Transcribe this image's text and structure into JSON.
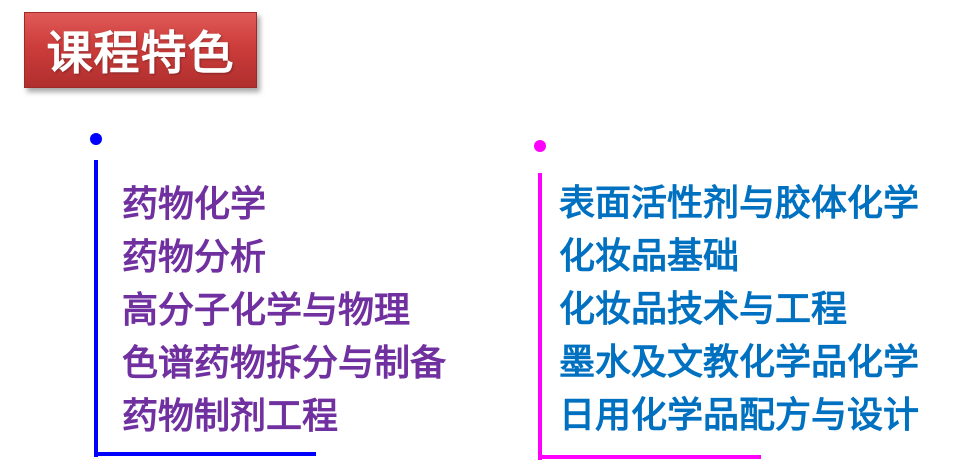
{
  "title": "课程特色",
  "colors": {
    "left_accent": "#0000ff",
    "right_accent": "#ff00ff",
    "left_text": "#7030a0",
    "right_text": "#0070c0",
    "title_bg": "#cc3d3b"
  },
  "left_courses": [
    "药物化学",
    "药物分析",
    "高分子化学与物理",
    "色谱药物拆分与制备",
    "药物制剂工程"
  ],
  "right_courses": [
    "表面活性剂与胶体化学",
    "化妆品基础",
    "化妆品技术与工程",
    "墨水及文教化学品化学",
    "日用化学品配方与设计"
  ]
}
